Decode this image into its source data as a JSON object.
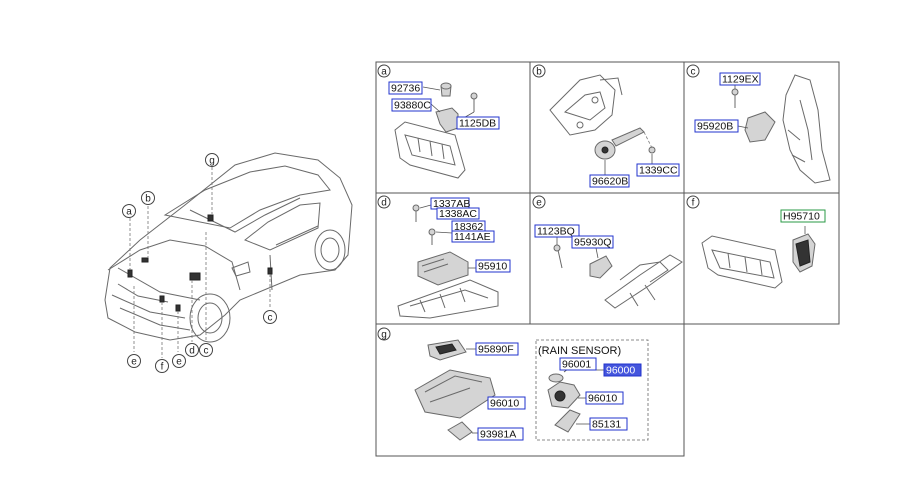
{
  "car_callouts": [
    "a",
    "b",
    "c",
    "d",
    "e",
    "f",
    "e",
    "g"
  ],
  "sections": {
    "a": {
      "letter": "a",
      "parts": [
        "92736",
        "93880C",
        "1125DB"
      ]
    },
    "b": {
      "letter": "b",
      "parts": [
        "96620B",
        "1339CC"
      ]
    },
    "c": {
      "letter": "c",
      "parts": [
        "1129EX",
        "95920B"
      ]
    },
    "d": {
      "letter": "d",
      "parts": [
        "1337AB",
        "1338AC",
        "18362",
        "1141AE",
        "95910"
      ]
    },
    "e": {
      "letter": "e",
      "parts": [
        "1123BQ",
        "95930Q"
      ]
    },
    "f": {
      "letter": "f",
      "parts": [
        "H95710"
      ]
    },
    "g": {
      "letter": "g",
      "parts": [
        "95890F",
        "96010",
        "93981A"
      ],
      "rain_sensor_title": "(RAIN SENSOR)",
      "rain_parts": [
        "96001",
        "96000",
        "96010",
        "85131"
      ]
    }
  },
  "colors": {
    "label_border": "#2233cc",
    "highlight_fill": "#4455dd",
    "green_border": "#2a9a44"
  }
}
